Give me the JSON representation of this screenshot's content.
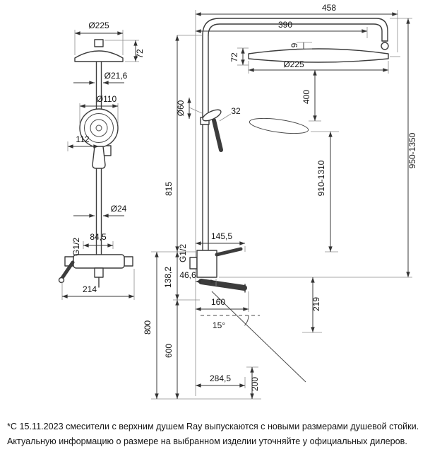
{
  "front": {
    "head_diameter": "Ø225",
    "head_height": "72",
    "riser_diameter": "Ø21,6",
    "handshower_diameter": "Ø110",
    "handshower_offset": "112",
    "pipe_diameter": "Ø24",
    "thread": "G1/2",
    "spout_offset": "84,5",
    "mixer_width": "214"
  },
  "side": {
    "overall_reach": "458",
    "arm_reach": "390",
    "head_height": "72",
    "head_rim": "9",
    "head_diameter": "Ø225",
    "height_adjust_range": "400",
    "handshower_diameter": "Ø60",
    "holder_offset": "32",
    "riser_length": "815",
    "overall_height": "950-1350",
    "head_height_range": "910-1310",
    "thread": "G1/2",
    "mixer_reach": "145,5",
    "inlet_offset": "46,6",
    "mixer_height": "138,2",
    "spout_reach": "160",
    "spout_drop": "219",
    "spout_angle": "15°",
    "mixer_mount_height": "800",
    "spout_mount_height": "600",
    "stream_reach": "284,5",
    "stream_drop": "200"
  },
  "footnote": {
    "line1": "*С 15.11.2023 смесители с верхним душем Ray выпускаются с новыми размерами душевой стойки.",
    "line2": "Актуальную информацию о размере на выбранном изделии уточняйте у официальных дилеров."
  }
}
